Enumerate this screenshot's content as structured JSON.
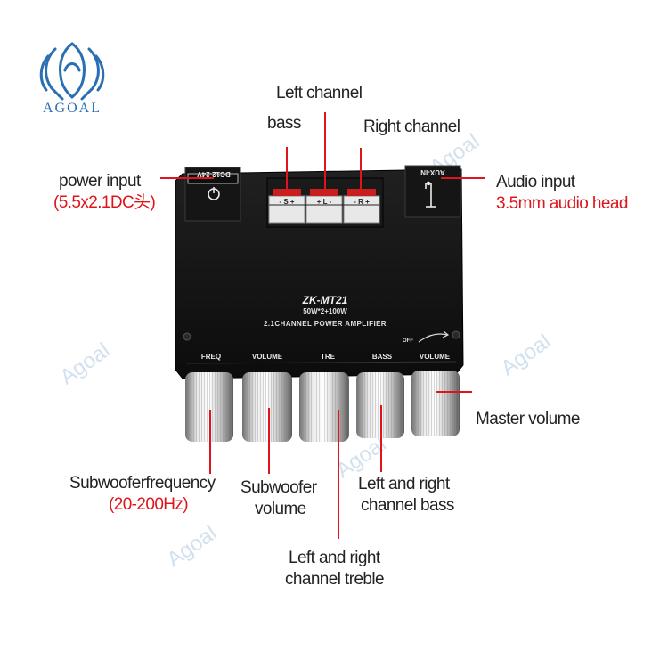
{
  "brand": {
    "logo_text": "AGOAL",
    "watermark": "Agoal",
    "logo_color": "#2a6fb3"
  },
  "device": {
    "model": "ZK-MT21",
    "power_spec": "50W*2+100W",
    "subtitle": "2.1CHANNEL POWER AMPLIFIER",
    "dc_label": "DC12-24V",
    "aux_label": "AUX-IN",
    "terminal_labels": [
      "- S +",
      "+ L -",
      "- R +"
    ],
    "off_label": "OFF",
    "knob_labels": [
      "FREQ",
      "VOLUME",
      "TRE",
      "BASS",
      "VOLUME"
    ]
  },
  "callouts": {
    "left_channel": "Left channel",
    "bass": "bass",
    "right_channel": "Right channel",
    "power_input": "power input",
    "power_input_spec": "(5.5x2.1DC头)",
    "audio_input": "Audio input",
    "audio_input_spec": "3.5mm audio head",
    "master_volume": "Master volume",
    "sub_freq": "Subwooferfrequency",
    "sub_freq_range": "(20-200Hz)",
    "sub_volume_1": "Subwoofer",
    "sub_volume_2": "volume",
    "lr_bass_1": "Left and right",
    "lr_bass_2": "channel bass",
    "lr_treble_1": "Left and right",
    "lr_treble_2": "channel treble"
  },
  "colors": {
    "accent_red": "#e0141b",
    "board_black": "#141414"
  }
}
